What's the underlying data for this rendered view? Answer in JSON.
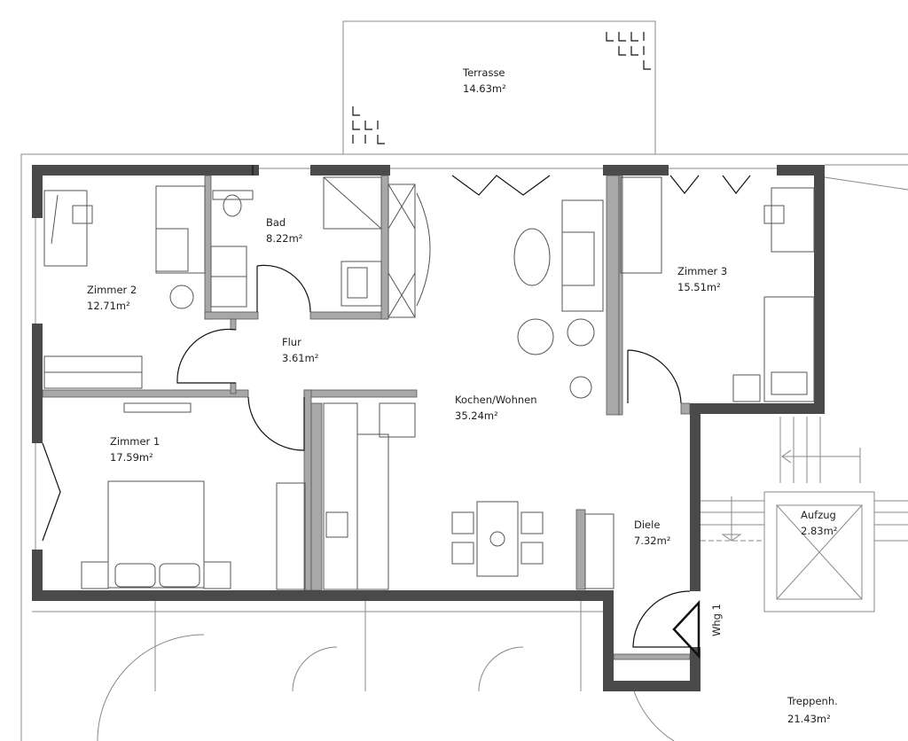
{
  "rooms": {
    "terrasse": {
      "name": "Terrasse",
      "area": "14.63m²"
    },
    "bad": {
      "name": "Bad",
      "area": "8.22m²"
    },
    "zimmer2": {
      "name": "Zimmer 2",
      "area": "12.71m²"
    },
    "zimmer3": {
      "name": "Zimmer 3",
      "area": "15.51m²"
    },
    "flur": {
      "name": "Flur",
      "area": "3.61m²"
    },
    "kochen": {
      "name": "Kochen/Wohnen",
      "area": "35.24m²"
    },
    "zimmer1": {
      "name": "Zimmer 1",
      "area": "17.59m²"
    },
    "diele": {
      "name": "Diele",
      "area": "7.32m²"
    },
    "aufzug": {
      "name": "Aufzug",
      "area": "2.83m²"
    },
    "treppenhaus": {
      "name": "Treppenh.",
      "area": "21.43m²"
    }
  },
  "entrance_label": "Whg 1",
  "colors": {
    "outer_wall": "#4a4a4a",
    "inner_wall": "#a8a8a8",
    "line": "#888888"
  }
}
